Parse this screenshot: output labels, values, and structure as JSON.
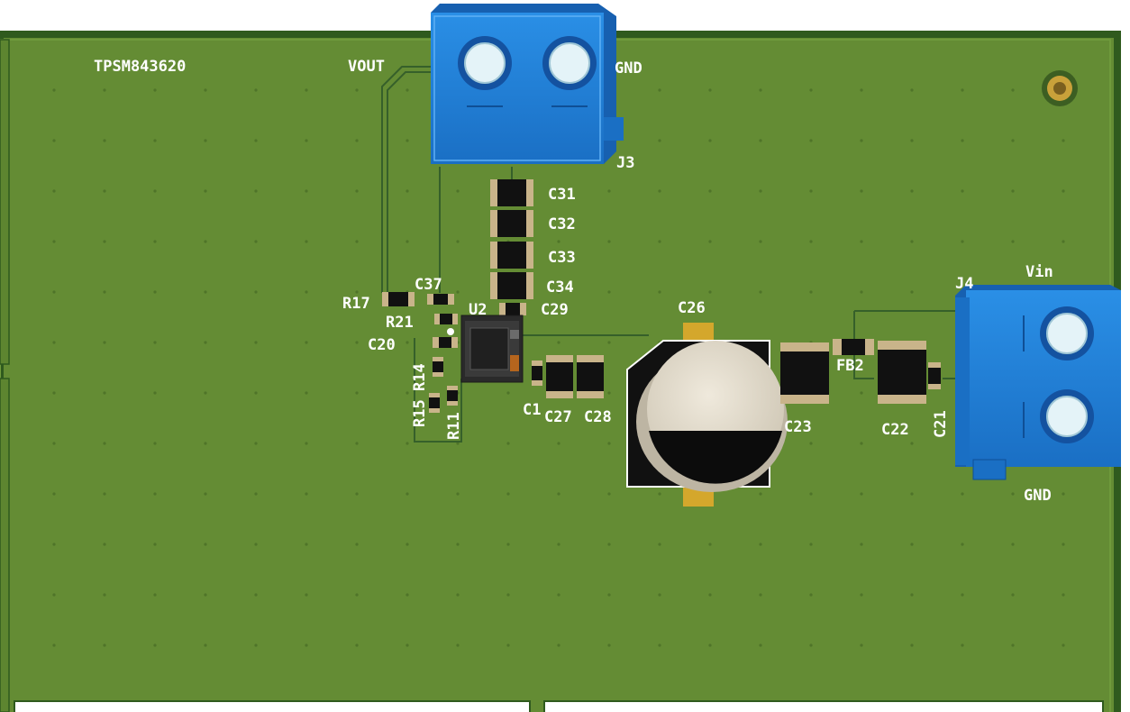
{
  "board": {
    "name": "TPSM843620",
    "colors": {
      "board": "#648c34",
      "edge": "#2f5a1e",
      "trace": "#36602a",
      "silk": "#ffffff",
      "terminal": "#1f7fd6",
      "pad": "#d9b23c"
    }
  },
  "connectors": {
    "j3": {
      "ref": "J3",
      "pin_top": "VOUT",
      "pin_bottom": "GND"
    },
    "j4": {
      "ref": "J4",
      "pin_top": "Vin",
      "pin_bottom": "GND"
    }
  },
  "ic": {
    "ref": "U2"
  },
  "electrolytic": {
    "ref": "C26"
  },
  "ferrite": {
    "ref": "FB2"
  },
  "capacitors": [
    "C31",
    "C32",
    "C33",
    "C34",
    "C29",
    "C37",
    "C20",
    "C1",
    "C27",
    "C28",
    "C23",
    "C22",
    "C21"
  ],
  "resistors": [
    "R17",
    "R21",
    "R14",
    "R15",
    "R11"
  ]
}
